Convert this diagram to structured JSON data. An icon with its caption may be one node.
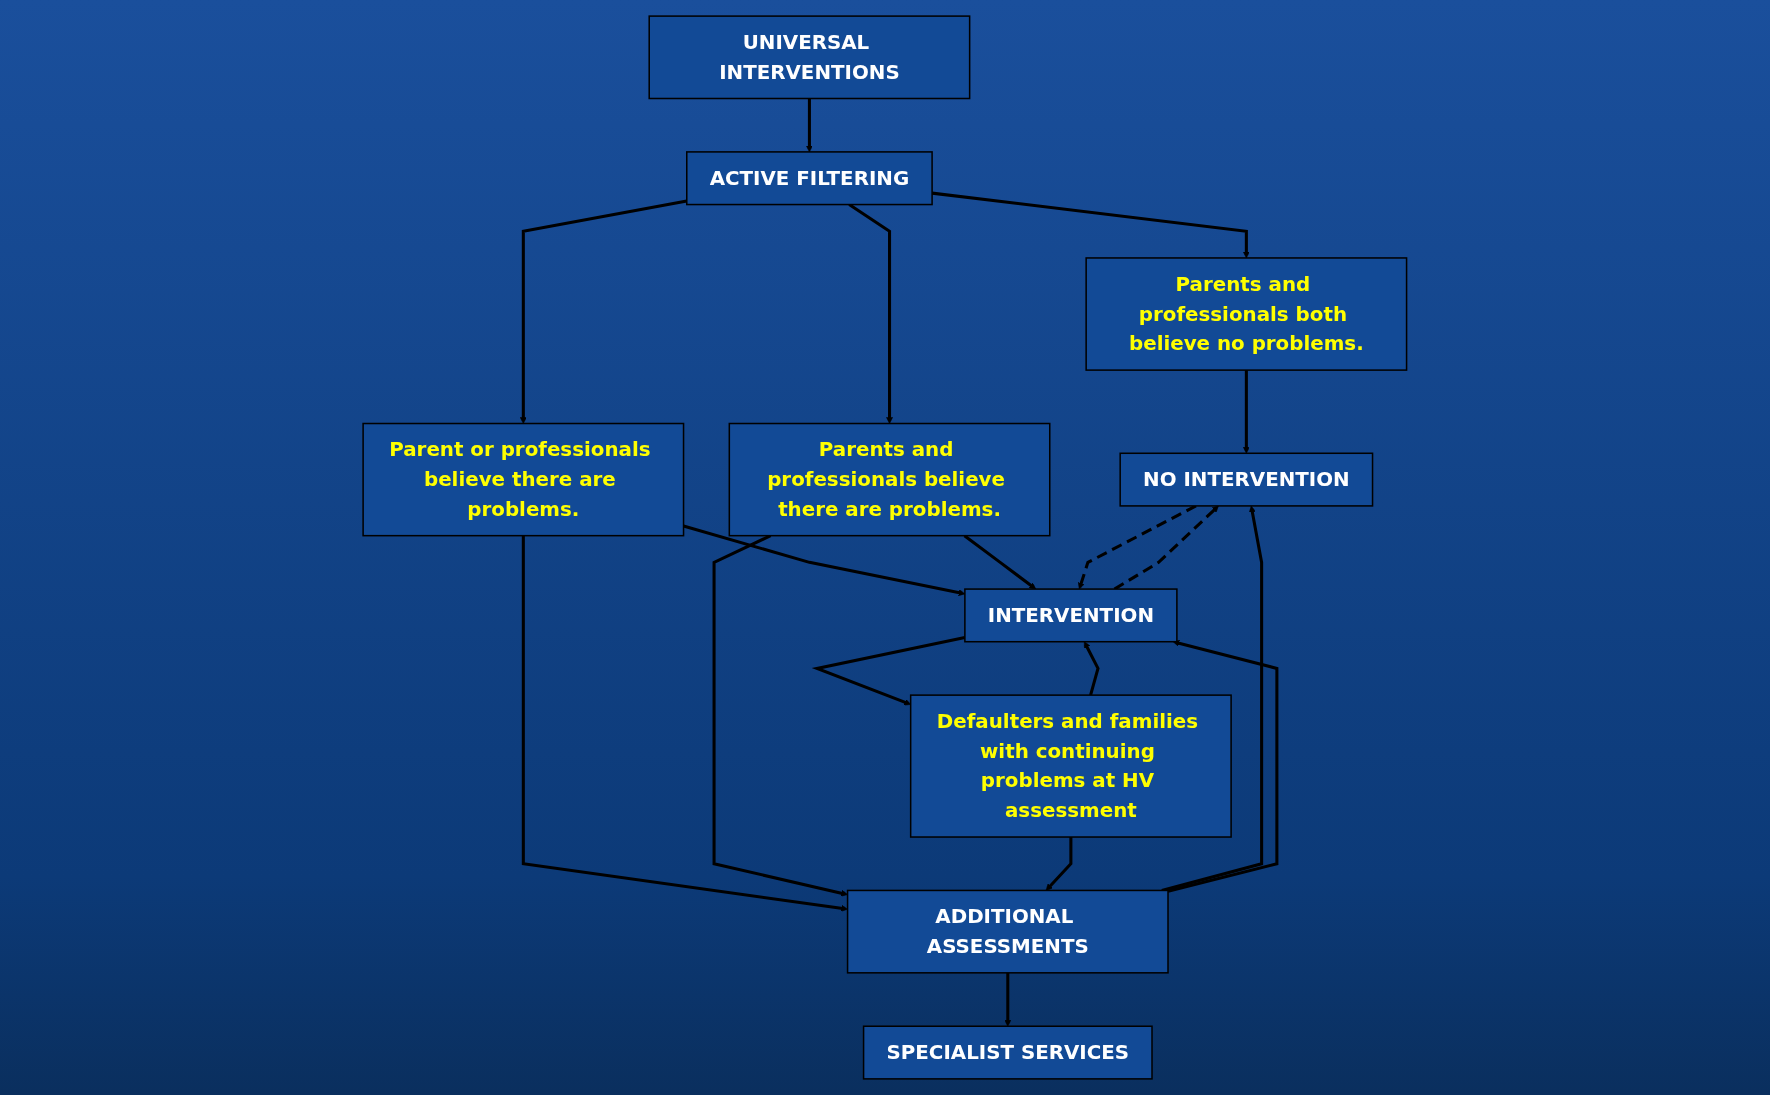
{
  "diagram": {
    "nodes": [
      {
        "text": [
          "UNIVERSAL INTERVENTIONS"
        ]
      },
      {
        "text": [
          "ACTIVE FILTERING"
        ]
      },
      {
        "text": [
          "Parents and professionals both believe no problems."
        ]
      },
      {
        "text": [
          "Parent or professionals believe there are problems."
        ]
      },
      {
        "text": [
          "Parents and professionals believe there are problems."
        ]
      },
      {
        "text": [
          "NO INTERVENTION"
        ]
      },
      {
        "text": [
          "INTERVENTION"
        ]
      },
      {
        "text": [
          "ADDITIONAL ASSESSMENTS"
        ]
      },
      {
        "text": [
          "SPECIALIST SERVICES"
        ]
      },
      {
        "text": [
          "Defaulters and families with continuing problems at HV assessment"
        ]
      }
    ],
    "edges": [
      {
        "from": 0,
        "to": 1,
        "arrow": "to"
      },
      {
        "from": 1,
        "to": 2,
        "arrow": "to"
      },
      {
        "from": 1,
        "to": 3,
        "arrow": "to"
      },
      {
        "from": 1,
        "to": 4,
        "arrow": "to"
      },
      {
        "from": 2,
        "to": 5,
        "arrow": "to"
      },
      {
        "from": 3,
        "to": 7,
        "arrow": "to"
      },
      {
        "from": 3,
        "to": 6,
        "arrow": "to"
      },
      {
        "from": 4,
        "to": 6,
        "arrow": "to"
      },
      {
        "from": 4,
        "to": 7,
        "arrow": "to"
      },
      {
        "from": 5,
        "to": 6,
        "arrow": "to",
        "style": "dashed"
      },
      {
        "from": 6,
        "to": 5,
        "arrow": "to",
        "style": "dashed"
      },
      {
        "from": 7,
        "to": 5,
        "arrow": "to"
      },
      {
        "from": 7,
        "to": 6,
        "arrow": "to"
      },
      {
        "from": 9,
        "to": 6,
        "arrow": "to"
      },
      {
        "from": 6,
        "to": 9,
        "arrow": "to"
      },
      {
        "from": 9,
        "to": 7,
        "arrow": "to"
      },
      {
        "from": 7,
        "to": 8,
        "arrow": "to"
      }
    ]
  }
}
